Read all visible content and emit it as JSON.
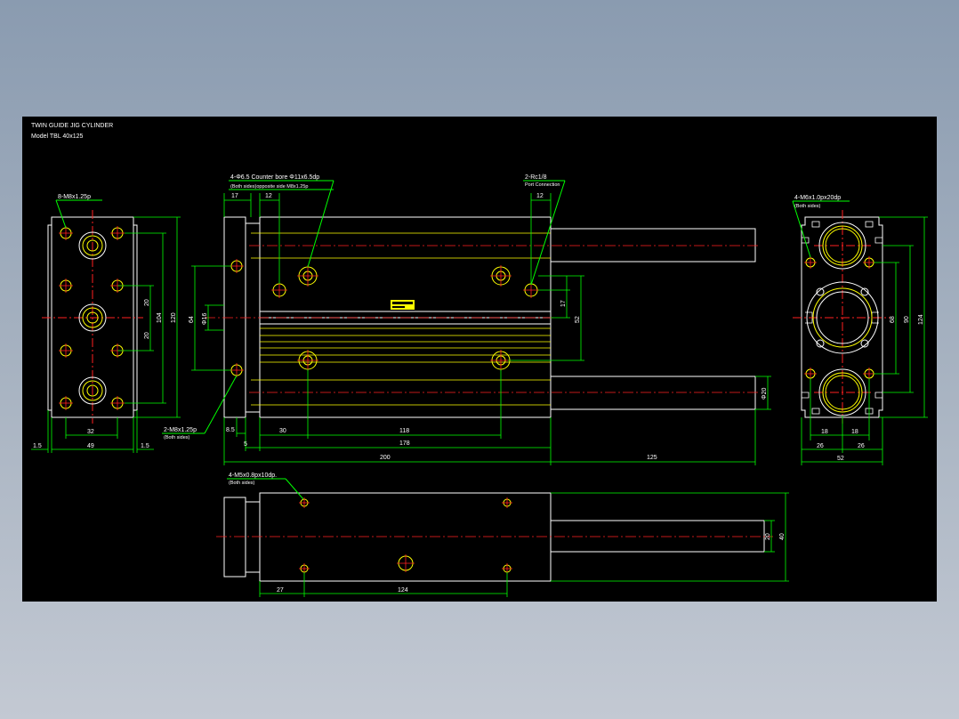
{
  "title_block": {
    "line1": "TWIN GUIDE JIG CYLINDER",
    "line2": "Model   TBL  40x125"
  },
  "colors": {
    "background": "#000000",
    "outline": "#ffffff",
    "dimension": "#00ff00",
    "centerline": "#ff2020",
    "feature": "#ffff00",
    "window_gradient_top": "#8a9bb0",
    "window_gradient_bottom": "#c3c9d3"
  },
  "callouts": {
    "left_tapped": "8-M8x1.25p",
    "front_counterbore_1": "4-Φ6.5  Counter bore Φ11x6.5dp",
    "front_counterbore_2": "(Both sides)opposite side M8x1.25p",
    "port_1": "2-Rc1/8",
    "port_2": "Port Connection",
    "right_tapped_1": "4-M6x1.0px20dp",
    "right_tapped_2": "(Both sides)",
    "plate_tapped_1": "2-M8x1.25p",
    "plate_tapped_2": "(Both sides)",
    "bottom_tapped_1": "4-M5x0.8px10dp.",
    "bottom_tapped_2": "(Both sides)"
  },
  "dims": {
    "left_32": "32",
    "left_49": "49",
    "left_15a": "1.5",
    "left_15b": "1.5",
    "left_20a": "20",
    "left_20b": "20",
    "left_104": "104",
    "left_120": "120",
    "front_17": "17",
    "front_12a": "12",
    "front_12b": "12",
    "front_64": "64",
    "front_d16": "Φ16",
    "front_85": "8.5",
    "front_5": "5",
    "front_30": "30",
    "front_118": "118",
    "front_178": "178",
    "front_200": "200",
    "front_125": "125",
    "front_17v": "17",
    "front_52v": "52",
    "front_d20": "Φ20",
    "right_18a": "18",
    "right_18b": "18",
    "right_26a": "26",
    "right_26b": "26",
    "right_52": "52",
    "right_68": "68",
    "right_90": "90",
    "right_124": "124",
    "bottom_27": "27",
    "bottom_124": "124",
    "bottom_20": "20",
    "bottom_40": "40"
  }
}
